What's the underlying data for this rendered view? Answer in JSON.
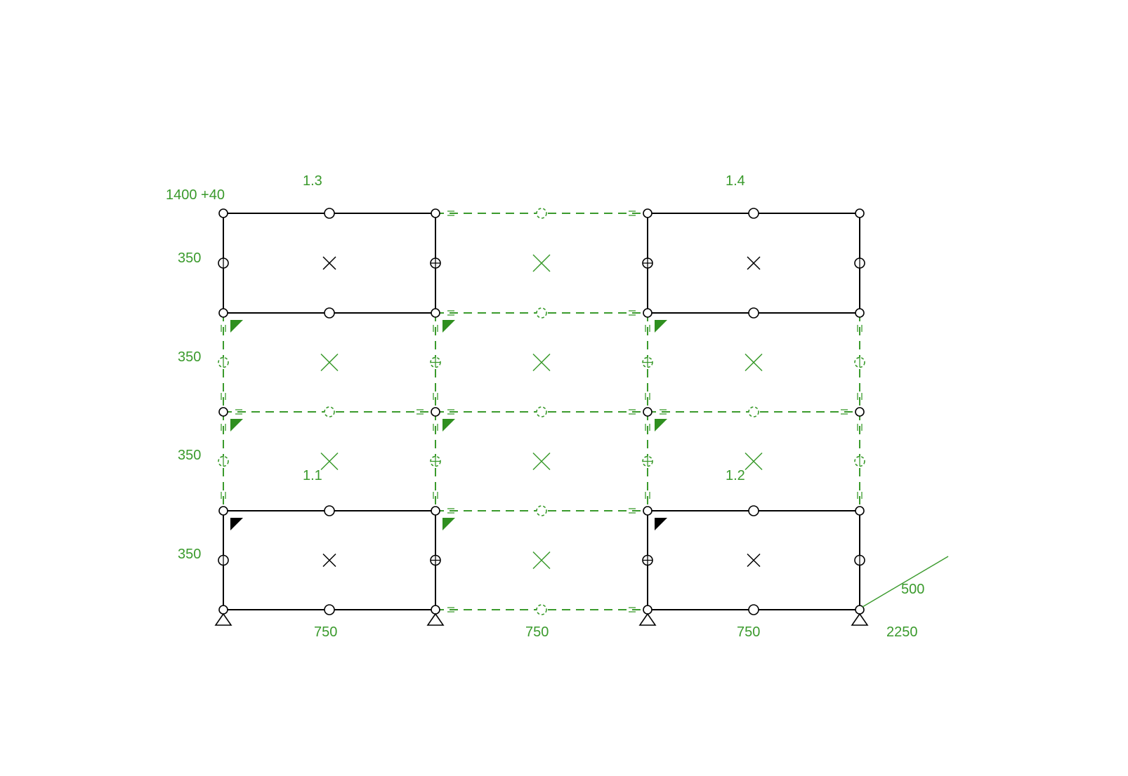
{
  "colors": {
    "background": "#ffffff",
    "solid_member": "#000000",
    "dashed_member": "#3a9a2c",
    "label": "#3a9a2c",
    "marker_green": "#2f8f1f",
    "marker_black": "#000000"
  },
  "labels": {
    "elevation_top": "1400 +40",
    "block_1_3": "1.3",
    "block_1_4": "1.4",
    "block_1_1": "1.1",
    "block_1_2": "1.2",
    "story_1": "350",
    "story_2": "350",
    "story_3": "350",
    "story_4": "350",
    "bay_1": "750",
    "bay_2": "750",
    "bay_3": "750",
    "total_width": "2250",
    "depth": "500"
  },
  "icons": {
    "support": "pinned-support-triangle-icon",
    "node": "node-circle-icon",
    "panel": "panel-cross-icon",
    "flag": "corner-flag-icon"
  }
}
